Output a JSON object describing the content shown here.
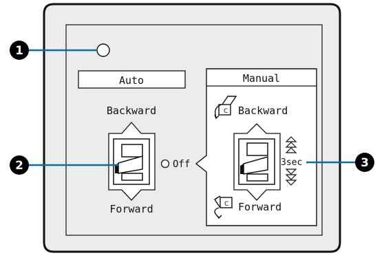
{
  "callouts": [
    "1",
    "2",
    "3"
  ],
  "auto": {
    "title": "Auto",
    "backward": "Backward",
    "forward": "Forward",
    "off": "Off"
  },
  "manual": {
    "title": "Manual",
    "backward": "Backward",
    "forward": "Forward",
    "hold": "3sec"
  },
  "colors": {
    "panel_fill": "#ececec",
    "line": "#111111",
    "callout": "#000000",
    "callout_line": "#0a6aa8"
  }
}
